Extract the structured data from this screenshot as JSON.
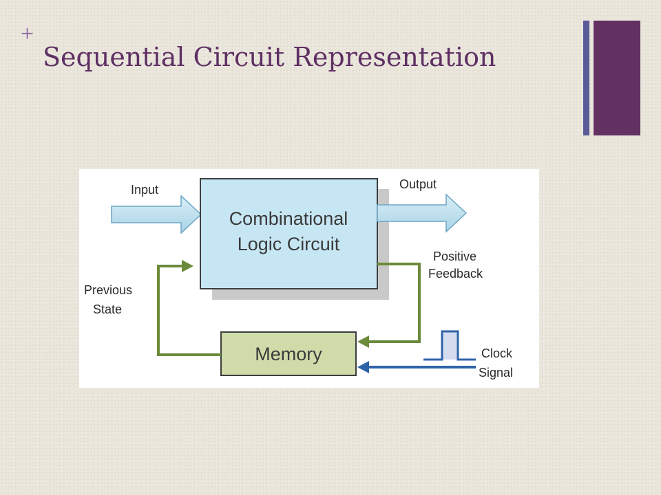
{
  "slide": {
    "marker": "+",
    "title": "Sequential Circuit Representation"
  },
  "diagram": {
    "combinational_box": {
      "line1": "Combinational",
      "line2": "Logic Circuit"
    },
    "memory_box": "Memory",
    "input_label": "Input",
    "output_label": "Output",
    "feedback_label": {
      "line1": "Positive",
      "line2": "Feedback"
    },
    "previous_state_label": {
      "line1": "Previous",
      "line2": "State"
    },
    "clock_label": {
      "line1": "Clock",
      "line2": "Signal"
    }
  },
  "colors": {
    "title": "#5e2f64",
    "accent_dark": "#633062",
    "accent_blue": "#5a5a99",
    "feedback_green": "#6b8a3a",
    "clock_blue": "#2f63a8",
    "logic_box_fill": "#c6e6f3",
    "memory_box_fill": "#cfdcaa"
  }
}
